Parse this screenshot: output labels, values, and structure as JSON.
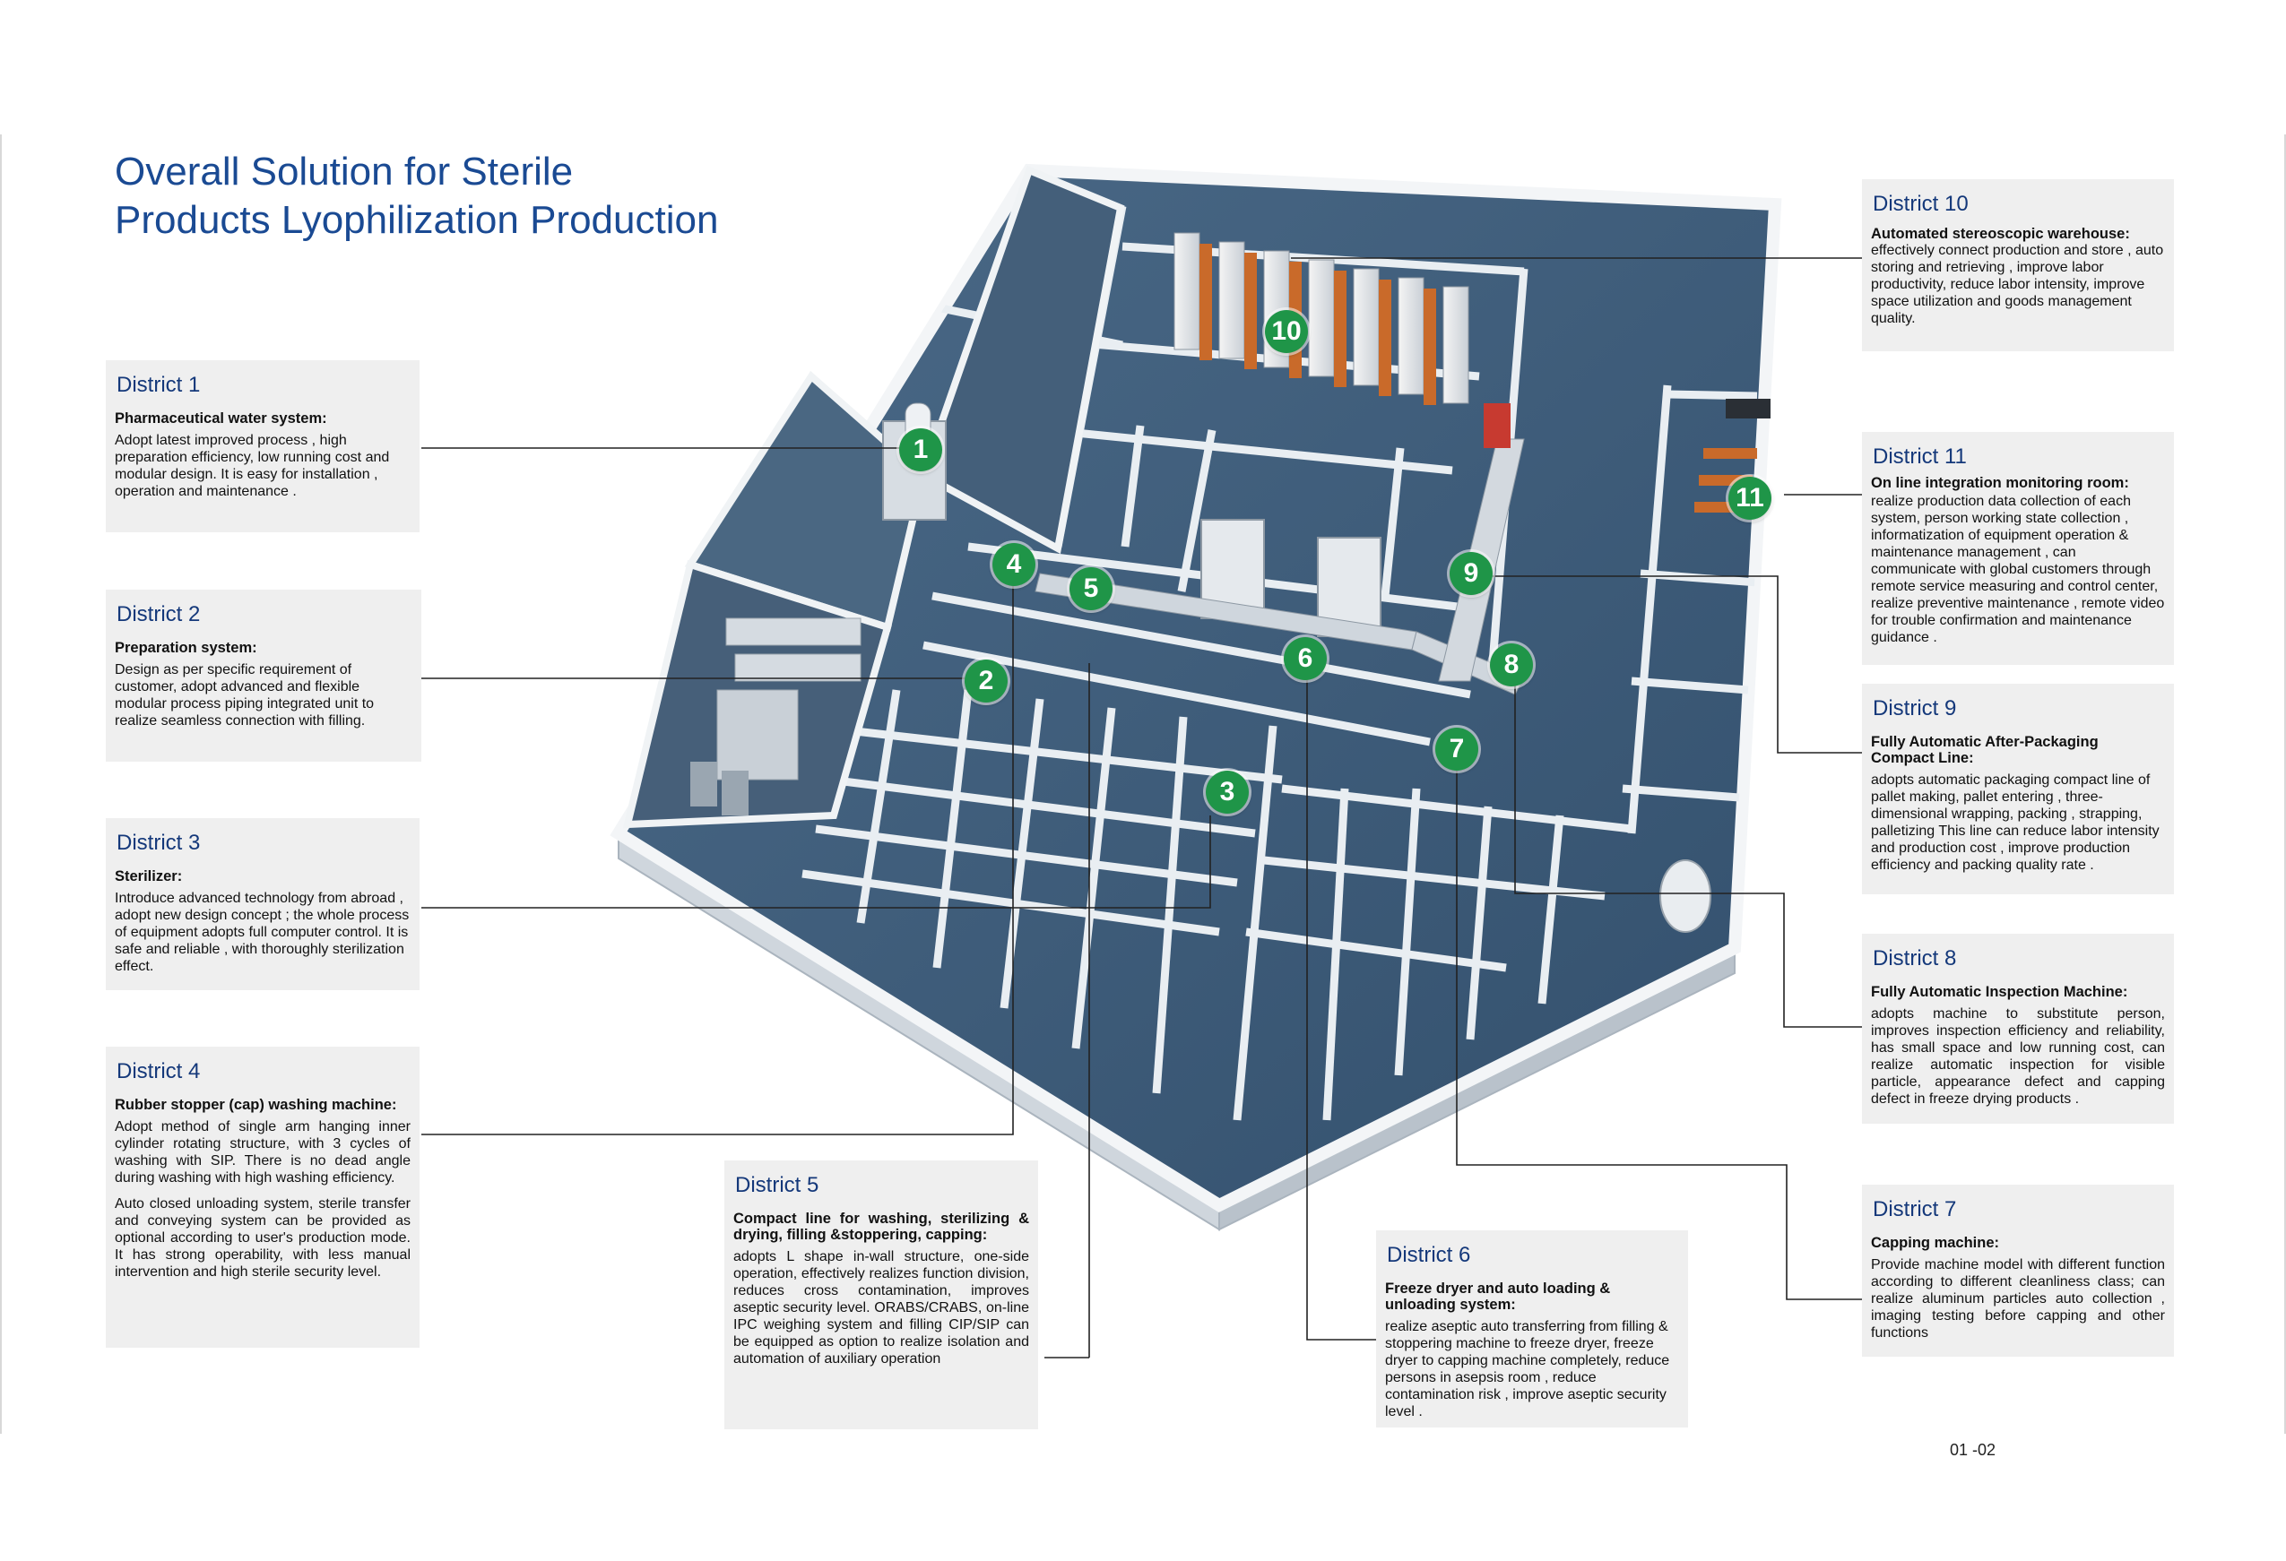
{
  "title": {
    "line1": "Overall Solution for Sterile",
    "line2": "Products Lyophilization Production"
  },
  "districts": [
    {
      "number": "1",
      "heading": "District 1",
      "subtitle": "Pharmaceutical water system:",
      "text": "Adopt latest improved process , high preparation efficiency, low running cost and modular design. It is easy for installation , operation and maintenance ."
    },
    {
      "number": "2",
      "heading": "District 2",
      "subtitle": "Preparation system:",
      "text": "Design as per specific requirement of customer, adopt advanced and flexible modular process piping integrated unit to realize seamless connection with filling."
    },
    {
      "number": "3",
      "heading": "District 3",
      "subtitle": "Sterilizer:",
      "text": "Introduce advanced technology from abroad , adopt new design concept ; the whole process of equipment adopts full computer control. It is safe and reliable , with thoroughly sterilization effect."
    },
    {
      "number": "4",
      "heading": "District 4",
      "subtitle": "Rubber stopper (cap) washing machine:",
      "text": "Adopt method of single arm hanging inner cylinder rotating structure, with 3 cycles of washing with SIP. There is no dead angle during washing with high washing efficiency.",
      "text2": "Auto closed unloading system, sterile transfer and conveying system can be provided as optional according to user's production mode. It has strong operability, with less manual intervention and high sterile security level."
    },
    {
      "number": "5",
      "heading": "District 5",
      "subtitle": "Compact line for washing, sterilizing & drying, filling &stoppering, capping:",
      "text": "adopts L shape in-wall structure, one-side operation, effectively realizes function division, reduces cross contamination, improves aseptic security level. ORABS/CRABS, on-line IPC weighing system and filling CIP/SIP can be equipped as option to realize isolation and automation of auxiliary operation"
    },
    {
      "number": "6",
      "heading": "District 6",
      "subtitle": "Freeze dryer and auto loading & unloading system:",
      "text": "realize aseptic auto transferring from filling & stoppering machine to freeze dryer, freeze dryer to capping machine completely, reduce persons in asepsis room , reduce contamination risk , improve aseptic security level ."
    },
    {
      "number": "7",
      "heading": "District 7",
      "subtitle": "Capping machine:",
      "text": "Provide machine model with different function according to different cleanliness class; can realize aluminum particles auto collection , imaging testing before capping and other functions"
    },
    {
      "number": "8",
      "heading": "District 8",
      "subtitle": "Fully Automatic Inspection Machine:",
      "text": "adopts machine to substitute person, improves inspection efficiency and reliability, has small space and low running cost, can realize automatic inspection for visible particle, appearance defect and capping defect in freeze drying products ."
    },
    {
      "number": "9",
      "heading": "District 9",
      "subtitle": "Fully Automatic After-Packaging Compact Line:",
      "text": "adopts automatic packaging compact line of pallet making, pallet entering , three-dimensional wrapping, packing , strapping, palletizing This line can reduce labor intensity and production cost , improve production efficiency and packing quality rate ."
    },
    {
      "number": "10",
      "heading": "District 10",
      "subtitle": "Automated stereoscopic warehouse:",
      "text": "effectively connect production and store , auto storing and retrieving , improve labor productivity, reduce labor intensity, improve space utilization and goods management quality."
    },
    {
      "number": "11",
      "heading": "District 11",
      "subtitle": "On line integration monitoring room:",
      "text": "realize production data collection of each system, person working state collection , informatization of equipment operation & maintenance management , can communicate with global customers through remote service measuring and control center, realize preventive maintenance , remote video for trouble confirmation and maintenance guidance ."
    }
  ],
  "page_number": "01 -02",
  "colors": {
    "title": "#1a4a93",
    "heading": "#14387a",
    "box_background": "#efefef",
    "marker": "#1f9548",
    "floor": "#3f5f7d",
    "wall": "#e9eef2"
  }
}
